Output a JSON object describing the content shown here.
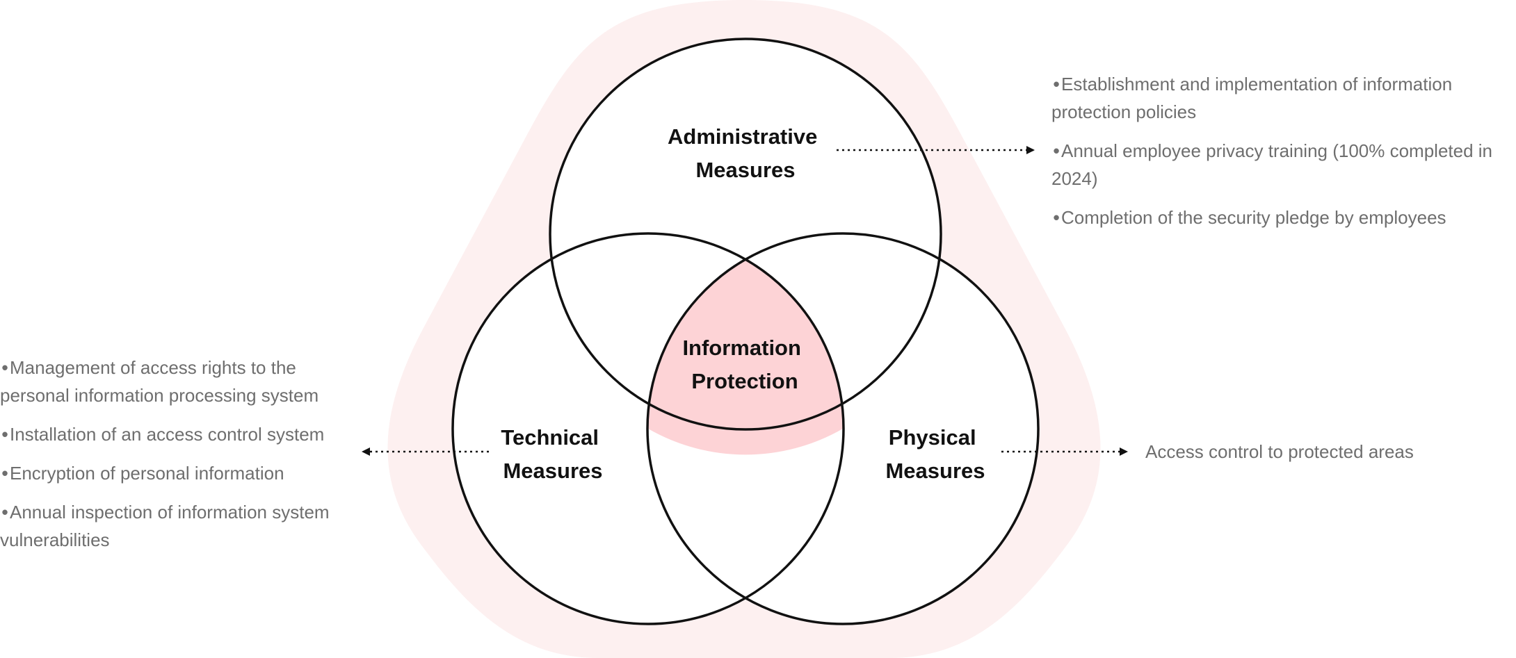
{
  "diagram": {
    "center_label": [
      "Information",
      "Protection"
    ],
    "circles": {
      "administrative": {
        "label": [
          "Administrative",
          "Measures"
        ]
      },
      "technical": {
        "label": [
          "Technical",
          "Measures"
        ]
      },
      "physical": {
        "label": [
          "Physical",
          "Measures"
        ]
      }
    },
    "colors": {
      "halo": "#fdf0f0",
      "center_fill": "#fdd3d6",
      "stroke": "#111111",
      "body_text": "#6e6e6e"
    }
  },
  "administrative_items": [
    {
      "bullet": "•",
      "text": "Establishment and implementation of information protection policies"
    },
    {
      "bullet": "•",
      "text": "Annual employee privacy training (100% completed in 2024)"
    },
    {
      "bullet": "•",
      "text": "Completion of the security pledge by employees"
    }
  ],
  "technical_items": [
    {
      "bullet": "•",
      "text": "Management of access rights to the personal information processing system"
    },
    {
      "bullet": "•",
      "text": "Installation of an access control system"
    },
    {
      "bullet": "•",
      "text": "Encryption of personal information"
    },
    {
      "bullet": "•",
      "text": "Annual inspection of information system vulnerabilities"
    }
  ],
  "physical_items": [
    {
      "text": "Access control to protected areas"
    }
  ]
}
